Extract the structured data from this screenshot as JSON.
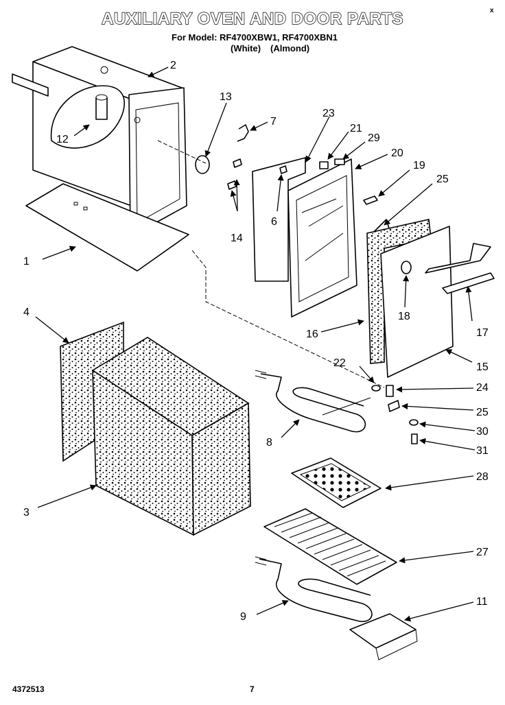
{
  "header": {
    "title": "AUXILIARY OVEN AND DOOR PARTS",
    "model_line": "For Model: RF4700XBW1, RF4700XBN1",
    "color_white": "(White)",
    "color_almond": "(Almond)"
  },
  "footer": {
    "doc_number": "4372513",
    "page_number": "7"
  },
  "corner_mark": "x",
  "callouts": {
    "c1": "1",
    "c2": "2",
    "c3": "3",
    "c4": "4",
    "c6": "6",
    "c7": "7",
    "c8": "8",
    "c9": "9",
    "c11": "11",
    "c12": "12",
    "c13": "13",
    "c14": "14",
    "c15": "15",
    "c16": "16",
    "c17": "17",
    "c18": "18",
    "c19": "19",
    "c20": "20",
    "c21": "21",
    "c22": "22",
    "c23": "23",
    "c24": "24",
    "c25a": "25",
    "c25b": "25",
    "c27": "27",
    "c28": "28",
    "c29": "29",
    "c30": "30",
    "c31": "31"
  }
}
